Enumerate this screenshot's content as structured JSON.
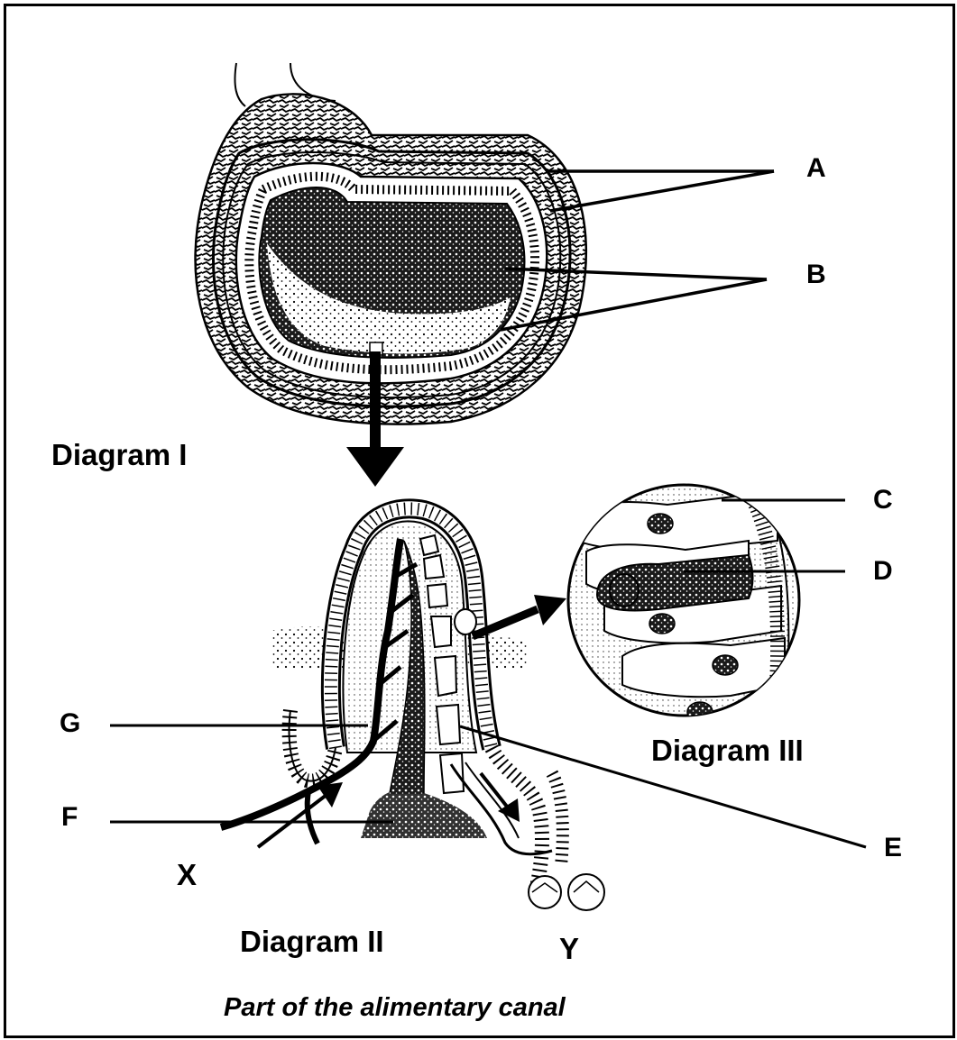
{
  "diagram_titles": {
    "diagram1": "Diagram I",
    "diagram2": "Diagram II",
    "diagram3": "Diagram III"
  },
  "labels": {
    "A": "A",
    "B": "B",
    "C": "C",
    "D": "D",
    "E": "E",
    "F": "F",
    "G": "G",
    "X": "X",
    "Y": "Y"
  },
  "caption": "Part of the alimentary canal",
  "colors": {
    "ink": "#000000",
    "paper": "#ffffff"
  }
}
